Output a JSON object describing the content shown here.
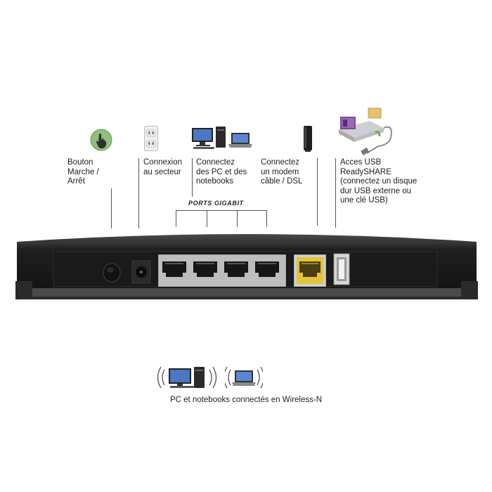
{
  "labels": {
    "power_button": "Bouton\nMarche /\nArrêt",
    "power_outlet": "Connexion\nau secteur",
    "pc_notebooks": "Connectez\ndes PC et des\nnotebooks",
    "modem": "Connectez\nun modem\ncâble / DSL",
    "usb": "Acces USB\nReadySHARE\n(connectez un disque\ndur USB externe ou\nune clé USB)",
    "ports_gigabit": "PORTS GIGABIT",
    "wireless": "PC et notebooks connectés en Wireless-N"
  },
  "icons": {
    "power_button": "hand-press-icon",
    "power_outlet": "wall-outlet-icon",
    "pc_notebooks": "desktop-laptop-icon",
    "modem": "modem-icon",
    "usb": "usb-drive-icon",
    "wireless_pc": "wireless-desktop-icon",
    "wireless_laptop": "wireless-laptop-icon"
  },
  "colors": {
    "router_body": "#1c1c1e",
    "wan_port": "#e3c33a",
    "callout_line": "#555555"
  }
}
